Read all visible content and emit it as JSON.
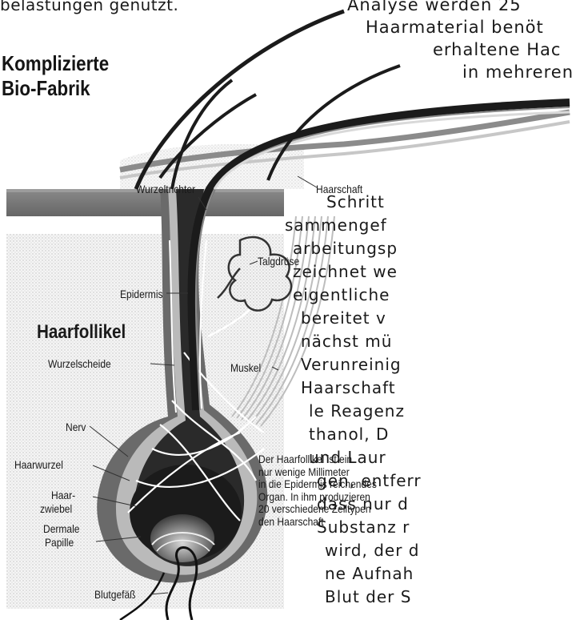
{
  "top_text": {
    "left_line": "belastungen genutzt.",
    "col_lines": [
      "Analyse werden 25",
      "Haarmaterial benöt",
      "erhaltene Hac",
      "in mehreren"
    ]
  },
  "title": {
    "line1": "Komplizierte",
    "line2": "Bio-Fabrik"
  },
  "section_title": "Haarfollikel",
  "labels": {
    "wurzeltrichter": "Wurzeltrichter",
    "haarschaft": "Haarschaft",
    "epidermis": "Epidermis",
    "talgdruese": "Talgdrüse",
    "wurzelscheide": "Wurzelscheide",
    "muskel": "Muskel",
    "nerv": "Nerv",
    "haarwurzel": "Haarwurzel",
    "haarzwiebel_1": "Haar-",
    "haarzwiebel_2": "zwiebel",
    "dermale_1": "Dermale",
    "dermale_2": "Papille",
    "blutgefaess": "Blutgefäß"
  },
  "caption": [
    "Der Haarfollikel ist ein",
    "nur wenige Millimeter",
    "in die Epidermis reichendes",
    "Organ. In ihm produzieren",
    "20 verschiedene Zelltypen",
    "den Haarschaft"
  ],
  "right_column": [
    "Schritt",
    "sammengef",
    "arbeitungsp",
    "zeichnet we",
    "eigentliche",
    "bereitet v",
    "nächst mü",
    "Verunreinig",
    "Haarschaft",
    "le Reagenz",
    "thanol, D",
    "und Laur",
    "gen, entferr",
    "dass nur d",
    "Substanz r",
    "wird, der d",
    "ne Aufnah",
    "Blut der S"
  ]
}
